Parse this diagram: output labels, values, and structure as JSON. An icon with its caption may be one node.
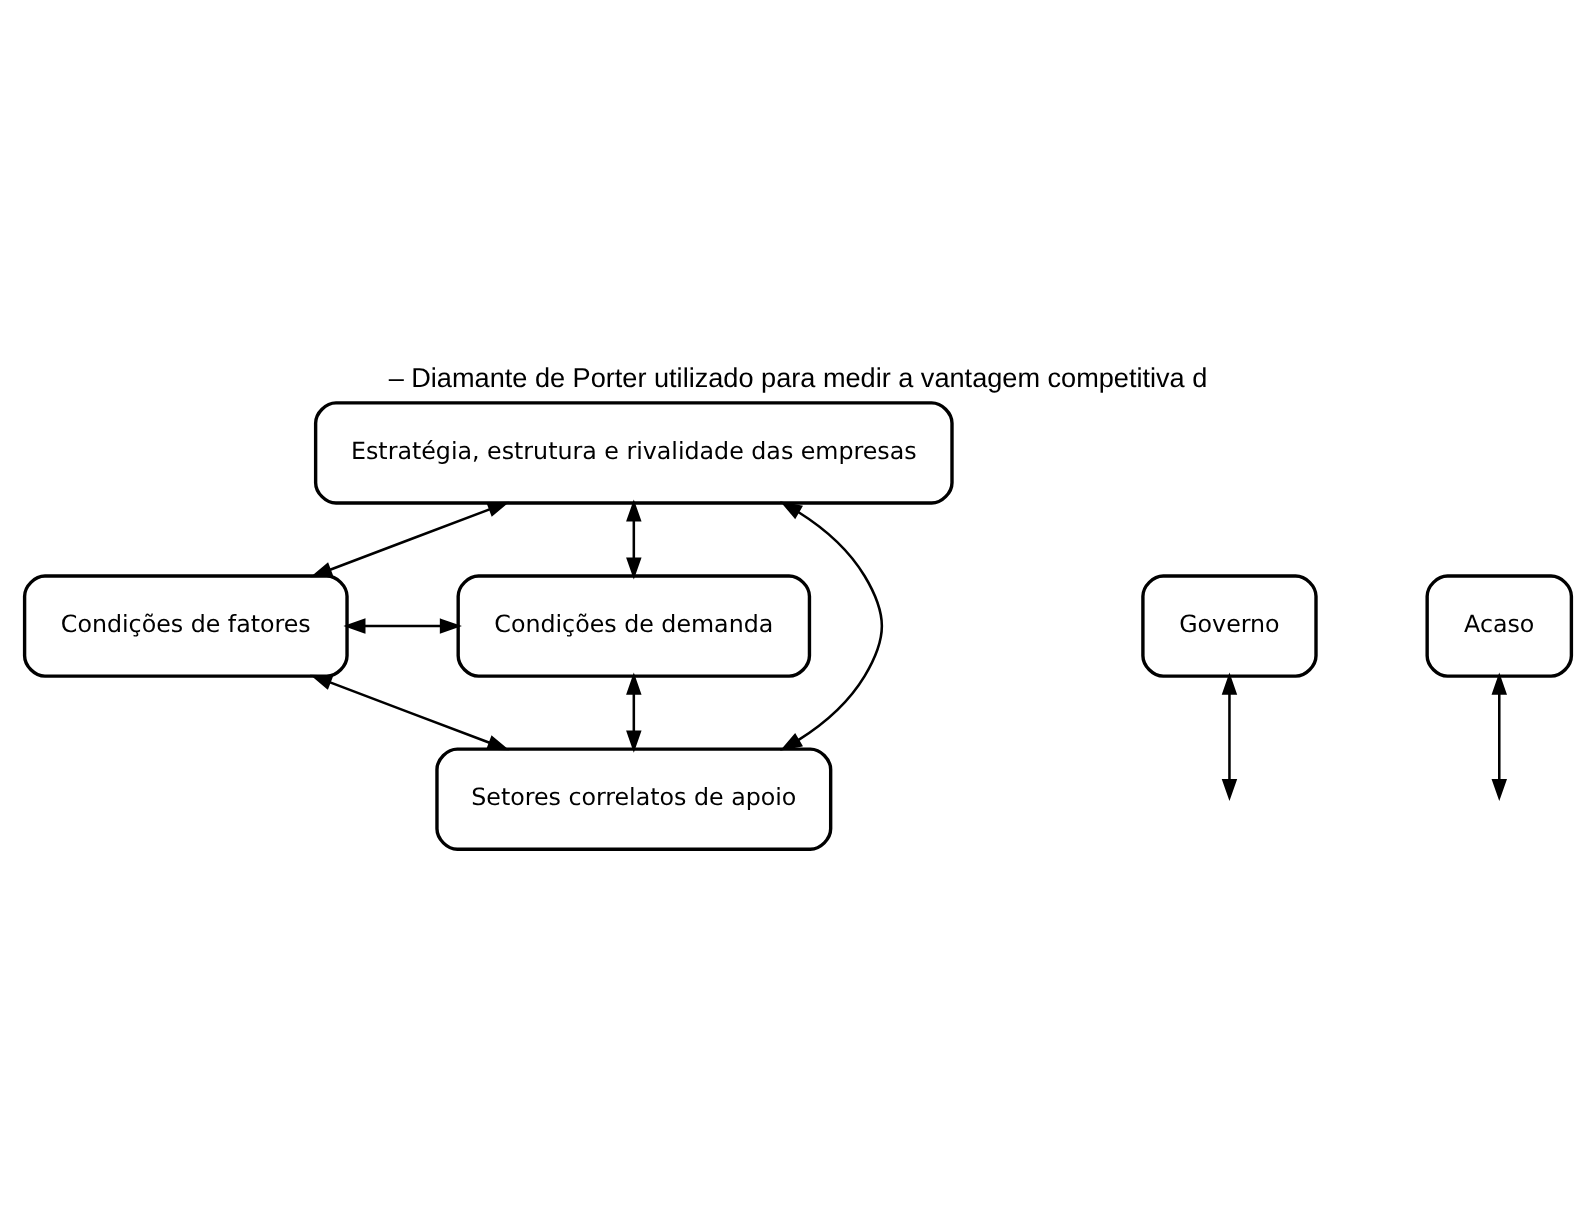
{
  "diagram": {
    "title": "– Diamante de Porter utilizado para medir a vantagem competitiva d",
    "nodes": [
      {
        "text": [
          "Estratégia, estrutura e rivalidade das empresas"
        ]
      },
      {
        "text": [
          "Condições de fatores"
        ]
      },
      {
        "text": [
          "Condições de demanda"
        ]
      },
      {
        "text": [
          "Setores correlatos de apoio"
        ]
      },
      {
        "text": [
          "Governo"
        ]
      },
      {
        "text": [
          "Acaso"
        ]
      }
    ],
    "edges": [
      {
        "from": 0,
        "to": 1,
        "arrow": "both"
      },
      {
        "from": 0,
        "to": 2,
        "arrow": "both"
      },
      {
        "from": 1,
        "to": 2,
        "arrow": "both"
      },
      {
        "from": 0,
        "to": 3,
        "arrow": "both"
      },
      {
        "from": 1,
        "to": 3,
        "arrow": "both"
      },
      {
        "from": 2,
        "to": 3,
        "arrow": "both"
      },
      {
        "from": 4,
        "to": null,
        "arrow": "both"
      },
      {
        "from": 5,
        "to": null,
        "arrow": "both"
      }
    ]
  }
}
